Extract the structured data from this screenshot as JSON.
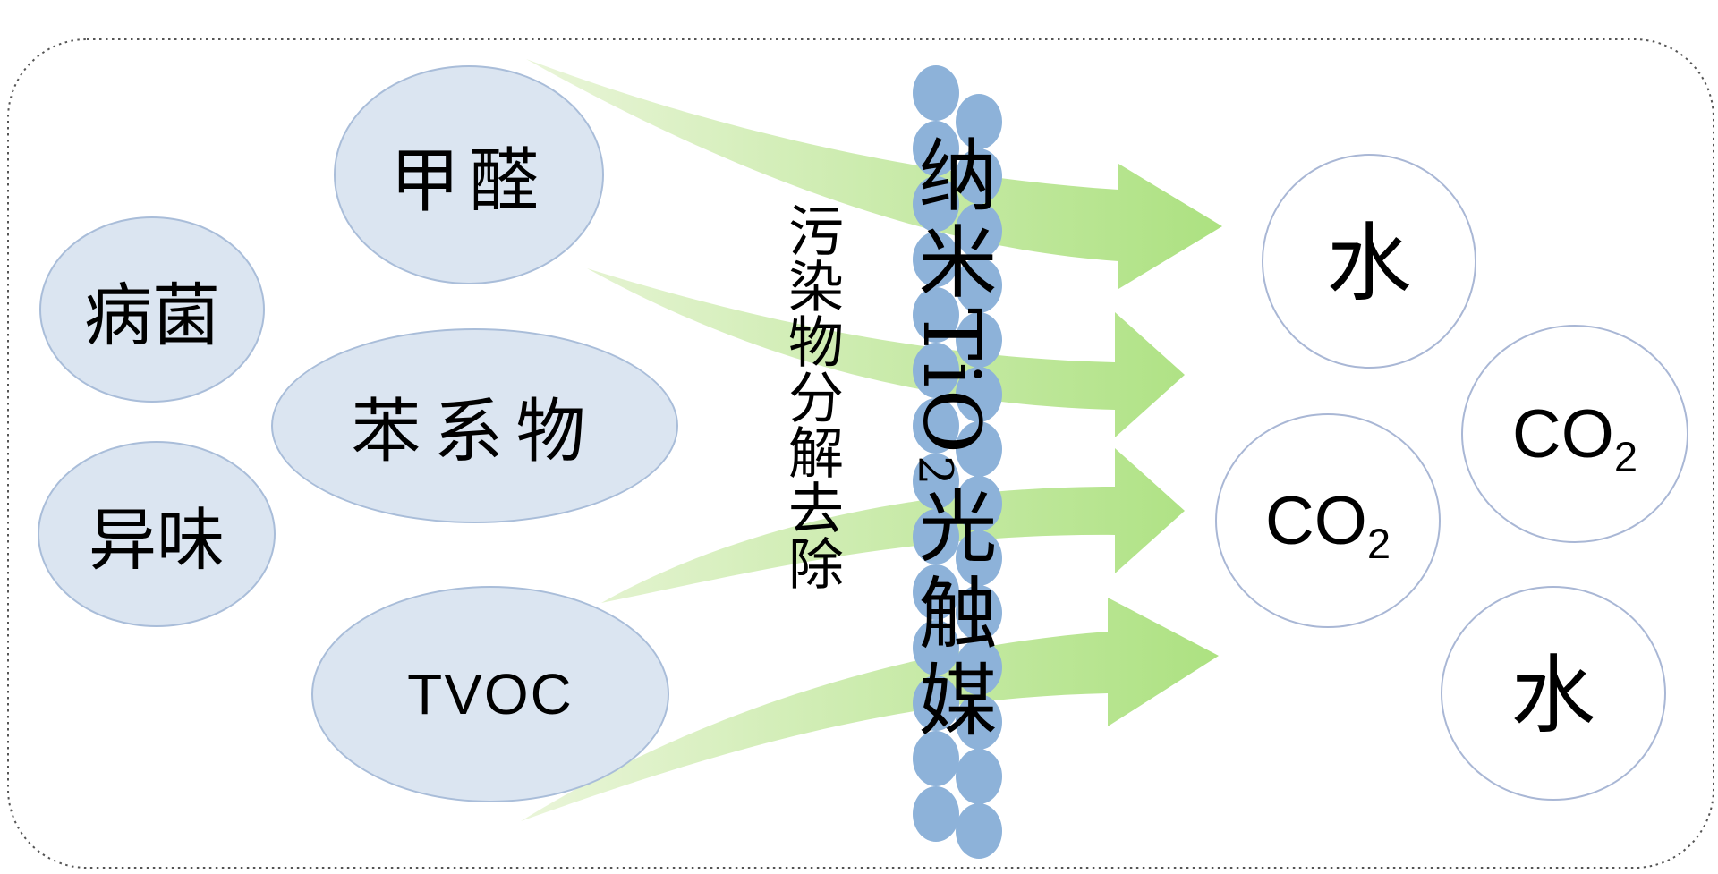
{
  "diagram": {
    "pollutants": [
      {
        "label": "病菌"
      },
      {
        "label": "甲醛"
      },
      {
        "label": "异味"
      },
      {
        "label": "苯系物"
      },
      {
        "label": "TVOC"
      }
    ],
    "process_label": "污染物分解去除",
    "catalyst": {
      "prefix": "纳米",
      "formula_base": "TiO",
      "formula_sub": "2",
      "suffix": "光触媒"
    },
    "products": [
      {
        "base": "水",
        "sub": ""
      },
      {
        "base": "CO",
        "sub": "2"
      },
      {
        "base": "CO",
        "sub": "2"
      },
      {
        "base": "水",
        "sub": ""
      }
    ],
    "colors": {
      "pollutant_fill": "#dbe5f1",
      "pollutant_stroke": "#a9bdd9",
      "product_stroke": "#a9b7d5",
      "particle": "#8db2d9",
      "arrow_tail": "#ecf6dc",
      "arrow_head": "#ace180",
      "border": "#555555"
    }
  }
}
